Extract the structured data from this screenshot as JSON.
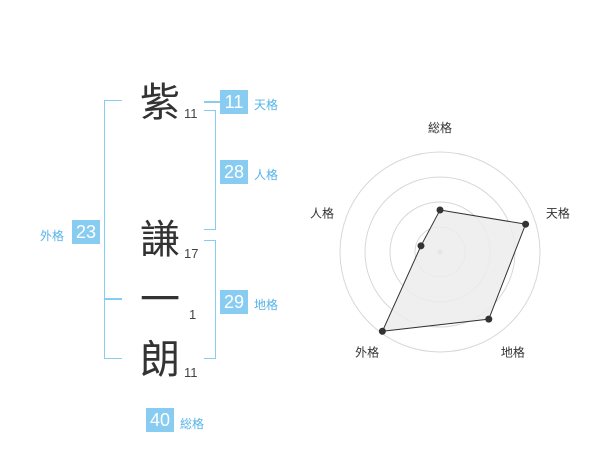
{
  "name": {
    "chars": [
      {
        "char": "紫",
        "strokes": "11"
      },
      {
        "char": "謙",
        "strokes": "17"
      },
      {
        "char": "一",
        "strokes": "1"
      },
      {
        "char": "朗",
        "strokes": "11"
      }
    ]
  },
  "fortune": {
    "tenkaku": {
      "value": "11",
      "label": "天格"
    },
    "jinkaku": {
      "value": "28",
      "label": "人格"
    },
    "chikaku": {
      "value": "29",
      "label": "地格"
    },
    "gaikaku": {
      "value": "23",
      "label": "外格"
    },
    "soukaku": {
      "value": "40",
      "label": "総格"
    }
  },
  "chart_data": {
    "type": "radar",
    "axes": [
      "総格",
      "天格",
      "地格",
      "外格",
      "人格"
    ],
    "values": [
      0.42,
      0.9,
      0.83,
      0.98,
      0.2
    ],
    "rings": 4,
    "colors": {
      "fill": "#ececec",
      "line": "#333333",
      "ring": "#d8d8d8",
      "point": "#333333"
    }
  }
}
